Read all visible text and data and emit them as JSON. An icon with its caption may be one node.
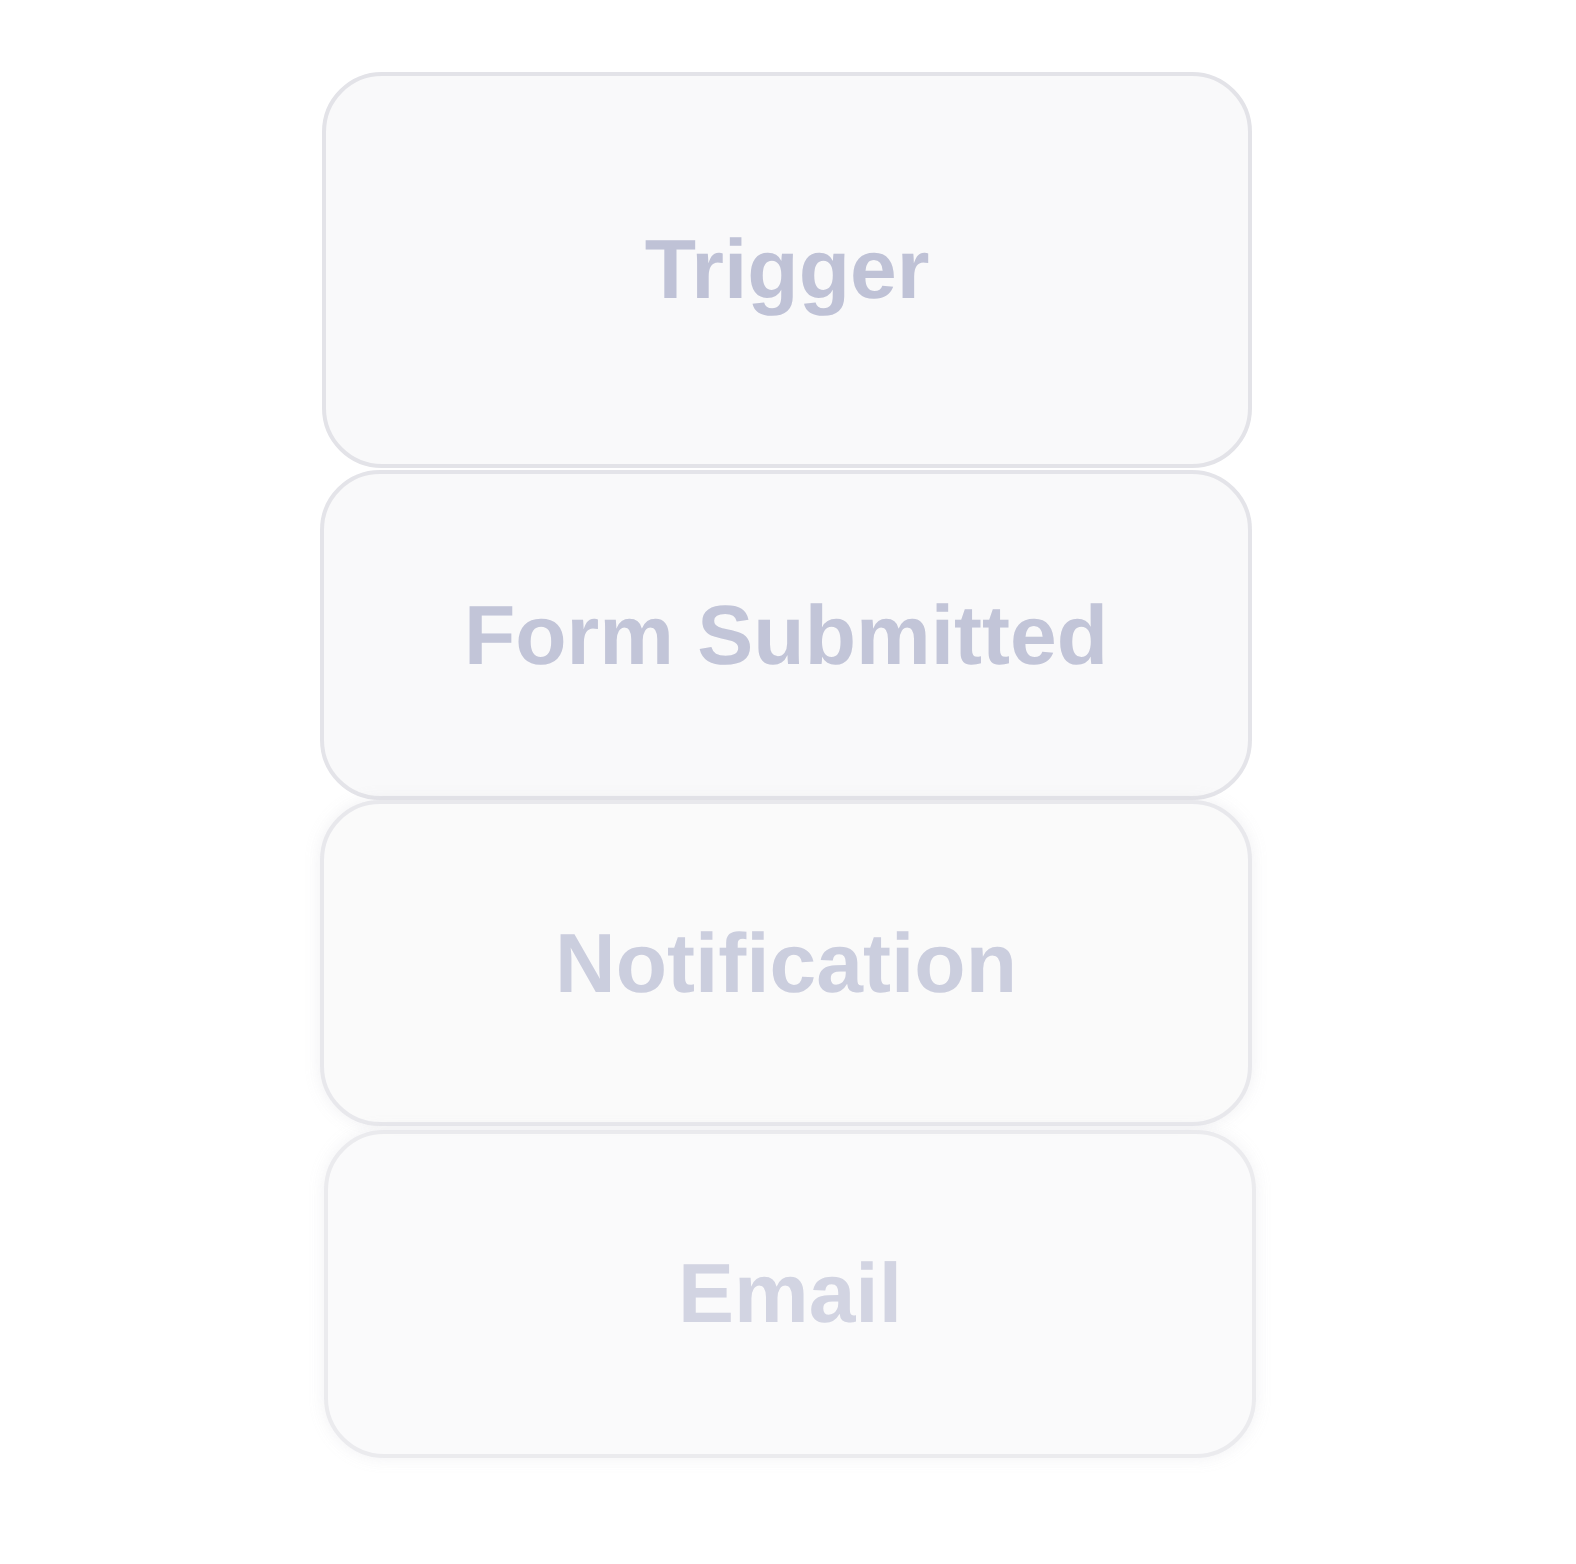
{
  "diagram": {
    "nodes": [
      {
        "text": [
          "Trigger"
        ]
      },
      {
        "text": [
          "Form Submitted"
        ]
      },
      {
        "text": [
          "Notification"
        ]
      },
      {
        "text": [
          "Email"
        ]
      }
    ]
  }
}
